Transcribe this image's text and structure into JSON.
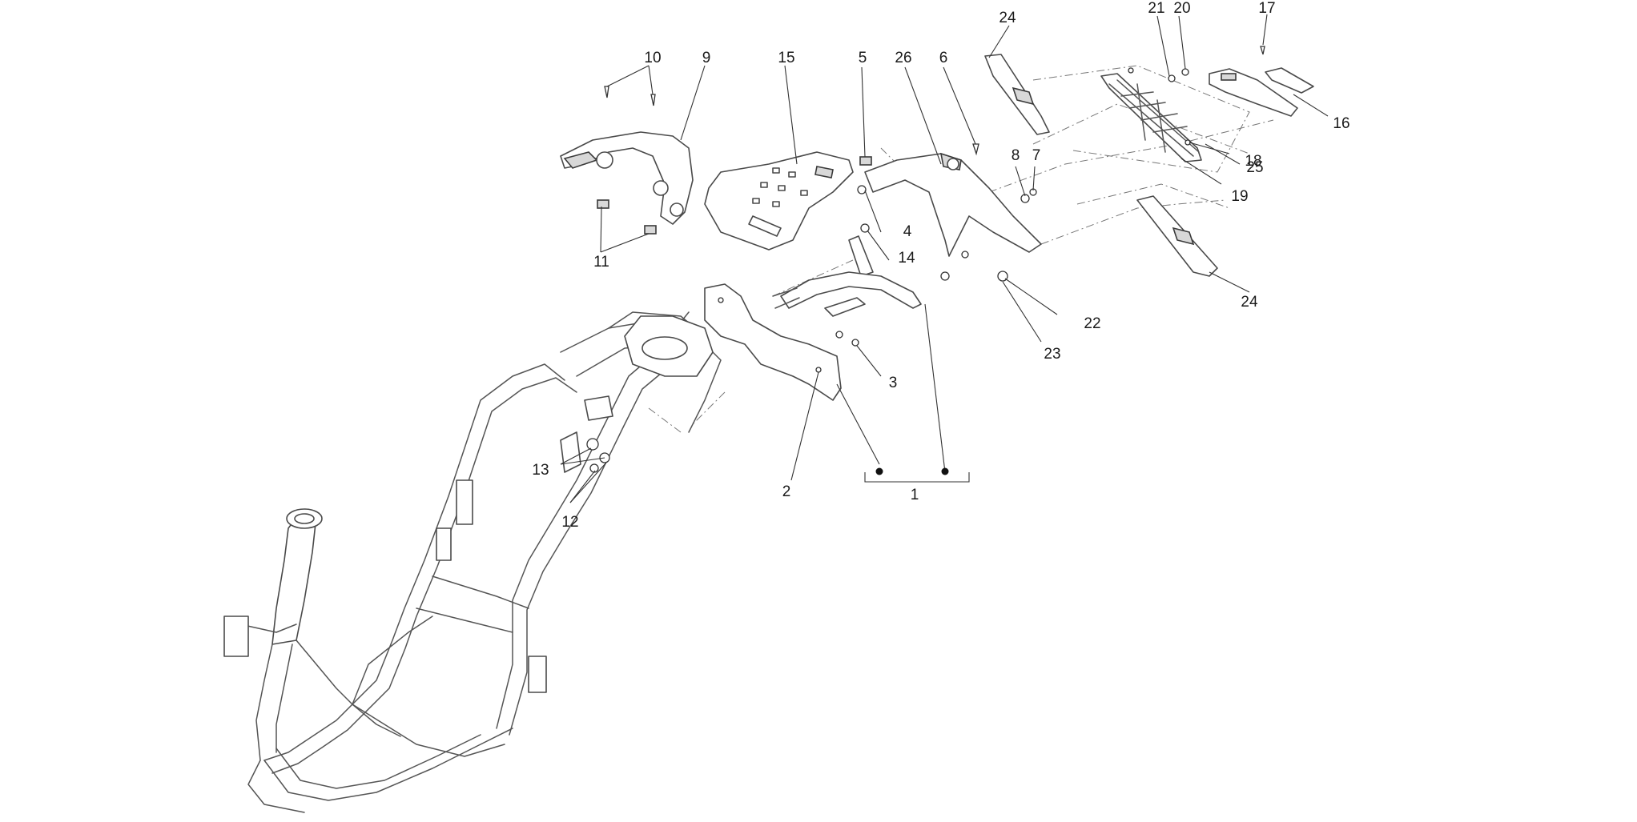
{
  "labels": {
    "l1": "1",
    "l2": "2",
    "l3": "3",
    "l4": "4",
    "l5": "5",
    "l6": "6",
    "l7": "7",
    "l8": "8",
    "l9": "9",
    "l10": "10",
    "l11": "11",
    "l12": "12",
    "l13": "13",
    "l14": "14",
    "l15": "15",
    "l16": "16",
    "l17": "17",
    "l18": "18",
    "l19": "19",
    "l20": "20",
    "l21": "21",
    "l22": "22",
    "l23": "23",
    "l24a": "24",
    "l24b": "24",
    "l25": "25",
    "l26": "26"
  }
}
